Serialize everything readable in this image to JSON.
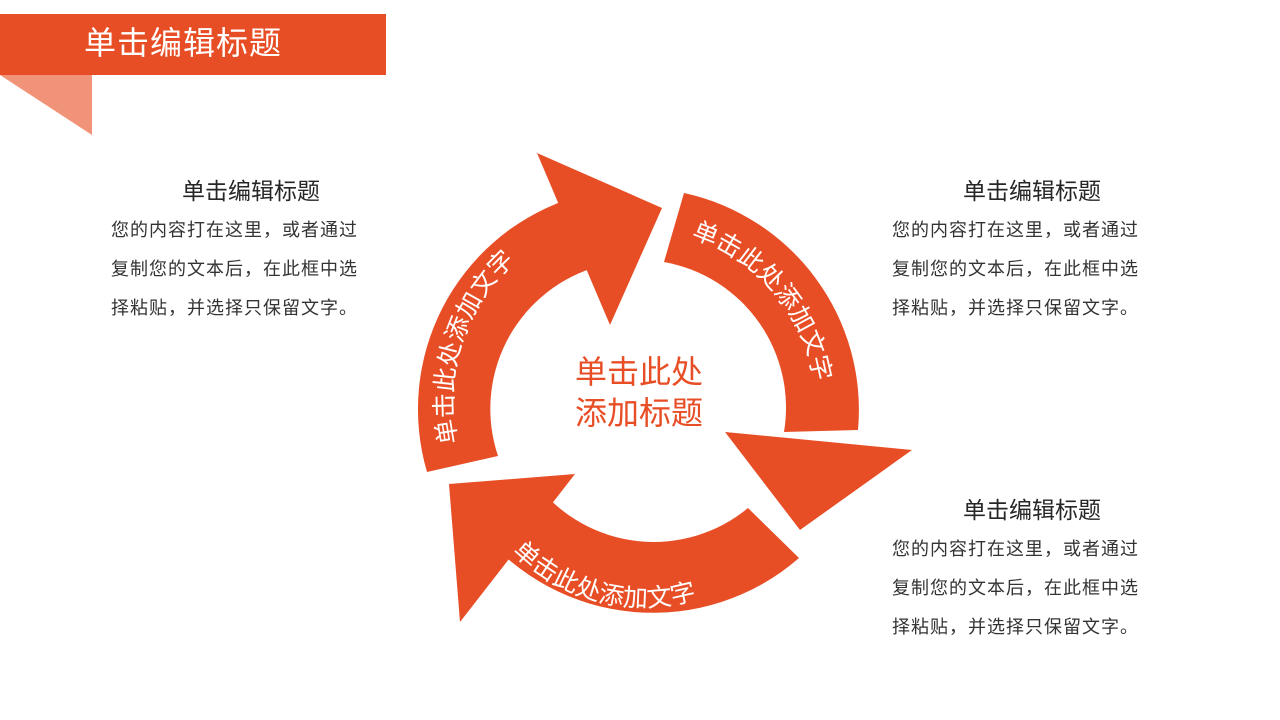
{
  "header": {
    "title": "单击编辑标题",
    "accent_color": "#e84e25",
    "fold_color": "#f19378"
  },
  "cycle": {
    "center_title_line1": "单击此处",
    "center_title_line2": "添加标题",
    "arrows": [
      {
        "position": "left",
        "label": "单击此处添加文字"
      },
      {
        "position": "right",
        "label": "单击此处添加文字"
      },
      {
        "position": "bottom",
        "label": "单击此处添加文字"
      }
    ]
  },
  "blocks": [
    {
      "position": "top-left",
      "title": "单击编辑标题",
      "lines": [
        "您的内容打在这里，或者通过",
        "复制您的文本后，在此框中选",
        "择粘贴，并选择只保留文字。"
      ]
    },
    {
      "position": "top-right",
      "title": "单击编辑标题",
      "lines": [
        "您的内容打在这里，或者通过",
        "复制您的文本后，在此框中选",
        "择粘贴，并选择只保留文字。"
      ]
    },
    {
      "position": "bottom-right",
      "title": "单击编辑标题",
      "lines": [
        "您的内容打在这里，或者通过",
        "复制您的文本后，在此框中选",
        "择粘贴，并选择只保留文字。"
      ]
    }
  ]
}
